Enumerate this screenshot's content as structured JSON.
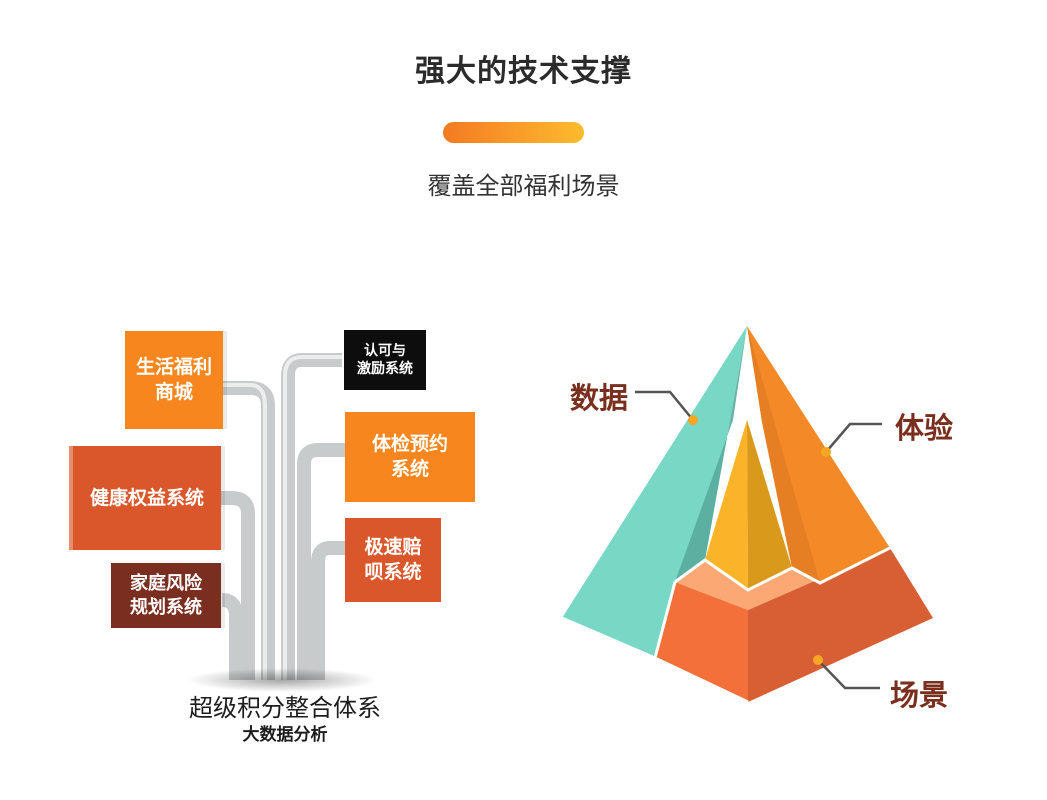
{
  "header": {
    "title": "强大的技术支撑",
    "subtitle": "覆盖全部福利场景"
  },
  "left_diagram": {
    "boxes": [
      {
        "label": "生活福利\n商城",
        "color": "#f7861f"
      },
      {
        "label": "健康权益系统",
        "color": "#d9572b"
      },
      {
        "label": "家庭风险\n规划系统",
        "color": "#7a2e1f"
      },
      {
        "label": "认可与\n激励系统",
        "color": "#0d0d0d"
      },
      {
        "label": "体检预约\n系统",
        "color": "#f7861f"
      },
      {
        "label": "极速赔\n呗系统",
        "color": "#d9572b"
      }
    ],
    "caption_main": "超级积分整合体系",
    "caption_sub": "大数据分析"
  },
  "pyramid": {
    "labels": {
      "data": "数据",
      "experience": "体验",
      "scene": "场景"
    },
    "colors": {
      "teal": "#78d8c5",
      "orange": "#f38a27",
      "gold": "#fbb42a",
      "red": "#e8653a",
      "label": "#7a2f1e"
    }
  }
}
